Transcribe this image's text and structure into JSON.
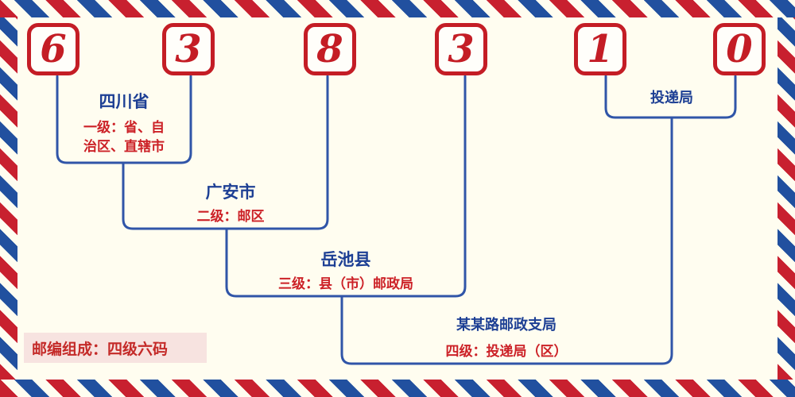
{
  "digits": [
    "6",
    "3",
    "8",
    "3",
    "1",
    "0"
  ],
  "annotations": {
    "level1": {
      "place": "四川省",
      "desc_line1": "一级：省、自",
      "desc_line2": "治区、直辖市"
    },
    "level2": {
      "place": "广安市",
      "desc": "二级：邮区"
    },
    "level3": {
      "place": "岳池县",
      "desc": "三级：县（市）邮政局"
    },
    "level4": {
      "place": "某某路邮政支局",
      "desc": "四级：投递局（区）"
    },
    "delivery": {
      "label": "投递局"
    }
  },
  "footer": {
    "note": "邮编组成：四级六码"
  },
  "colors": {
    "digit_red": "#c41d25",
    "place_blue": "#1d3f94",
    "desc_red": "#cc2127",
    "line_blue": "#3055a8",
    "background_cream": "#fffdf0",
    "stripe_red": "#c8202f",
    "stripe_blue": "#21509f",
    "note_background_pink": "#f7e3e0"
  }
}
